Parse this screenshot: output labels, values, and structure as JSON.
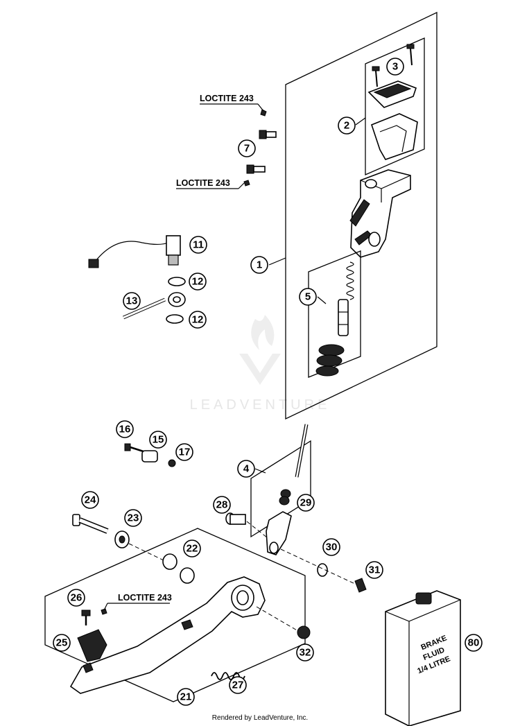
{
  "diagram": {
    "callouts": [
      {
        "label": "1"
      },
      {
        "label": "2"
      },
      {
        "label": "3"
      },
      {
        "label": "4"
      },
      {
        "label": "5"
      },
      {
        "label": "7"
      },
      {
        "label": "11"
      },
      {
        "label": "12"
      },
      {
        "label": "12"
      },
      {
        "label": "13"
      },
      {
        "label": "15"
      },
      {
        "label": "16"
      },
      {
        "label": "17"
      },
      {
        "label": "21"
      },
      {
        "label": "22"
      },
      {
        "label": "23"
      },
      {
        "label": "24"
      },
      {
        "label": "25"
      },
      {
        "label": "26"
      },
      {
        "label": "27"
      },
      {
        "label": "28"
      },
      {
        "label": "29"
      },
      {
        "label": "30"
      },
      {
        "label": "31"
      },
      {
        "label": "32"
      },
      {
        "label": "80"
      }
    ],
    "notes": [
      "LOCTITE 243",
      "LOCTITE 243",
      "LOCTITE 243"
    ],
    "fluid_can": {
      "line1": "BRAKE",
      "line2": "FLUID",
      "line3": "1/4 LITRE"
    },
    "watermark": "LEADVENTURE",
    "footer": "Rendered by LeadVenture, Inc."
  }
}
